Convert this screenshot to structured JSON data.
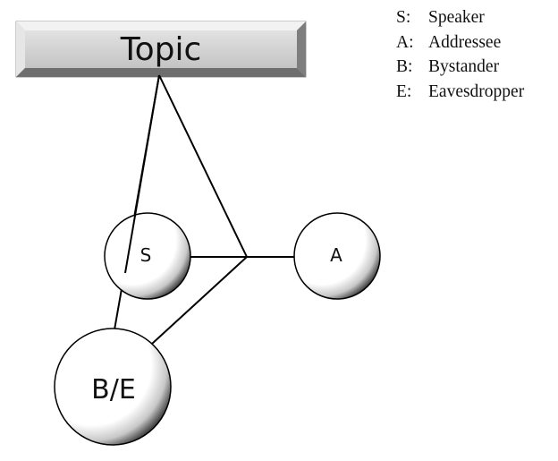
{
  "topic": {
    "label": "Topic"
  },
  "nodes": {
    "speaker": "S",
    "addressee": "A",
    "bystander_eavesdropper": "B/E"
  },
  "legend": [
    {
      "key": "S:",
      "text": "Speaker"
    },
    {
      "key": "A:",
      "text": "Addressee"
    },
    {
      "key": "B:",
      "text": "Bystander"
    },
    {
      "key": "E:",
      "text": "Eavesdropper"
    }
  ],
  "colors": {
    "line": "#000000",
    "topic_fill_light": "#e8e8e8",
    "topic_fill_dark": "#8f8f8f",
    "node_fill": "#ffffff",
    "node_shade": "#3a3a3a"
  }
}
